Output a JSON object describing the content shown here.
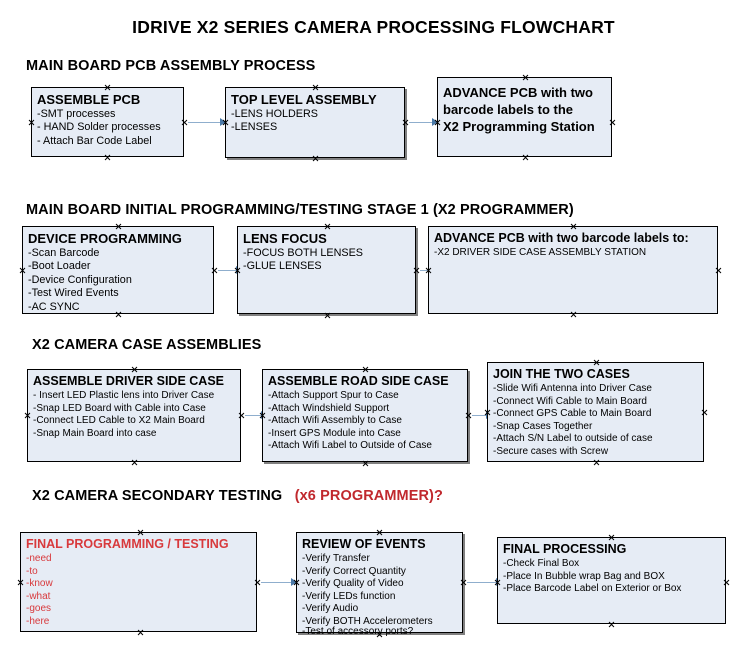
{
  "document": {
    "title": "IDRIVE X2  SERIES CAMERA PROCESSING FLOWCHART",
    "accent_color": "#c0282d",
    "red_text_color": "#d8393c",
    "box_fill_color": "#e6ecf5",
    "connector_color": "#8faecd"
  },
  "sections": [
    {
      "id": "s1",
      "title": "MAIN BOARD PCB ASSEMBLY PROCESS",
      "accent_title": ""
    },
    {
      "id": "s2",
      "title": "MAIN BOARD INITIAL PROGRAMMING/TESTING STAGE 1 (X2 PROGRAMMER)",
      "accent_title": ""
    },
    {
      "id": "s3",
      "title": "X2 CAMERA CASE ASSEMBLIES",
      "accent_title": ""
    },
    {
      "id": "s4",
      "title": "X2 CAMERA SECONDARY TESTING",
      "accent_title": "(x6 PROGRAMMER)?"
    }
  ],
  "nodes": {
    "assemble_pcb": {
      "header": "ASSEMBLE PCB",
      "items": [
        "-SMT processes",
        "- HAND Solder processes",
        "- Attach Bar Code Label"
      ]
    },
    "top_level_assembly": {
      "header": "TOP LEVEL ASSEMBLY",
      "items": [
        "-LENS HOLDERS",
        "-LENSES"
      ]
    },
    "advance_pcb_station": {
      "lines": [
        "ADVANCE PCB with two",
        "barcode labels to the",
        " X2 Programming Station"
      ]
    },
    "device_programming": {
      "header": "DEVICE PROGRAMMING",
      "items": [
        "-Scan Barcode",
        "-Boot Loader",
        "-Device Configuration",
        "-Test Wired Events",
        "-AC SYNC"
      ]
    },
    "lens_focus": {
      "header": "LENS FOCUS",
      "items": [
        "-FOCUS BOTH LENSES",
        "-GLUE LENSES"
      ]
    },
    "advance_pcb_driver": {
      "header": "ADVANCE PCB with two barcode labels to:",
      "items": [
        "-X2 DRIVER  SIDE  CASE  ASSEMBLY STATION"
      ]
    },
    "assemble_driver_case": {
      "header": "ASSEMBLE DRIVER SIDE CASE",
      "items": [
        "- Insert LED Plastic lens into Driver Case",
        "-Snap LED Board with Cable into Case",
        "-Connect LED Cable to X2 Main Board",
        "-Snap Main Board into case"
      ]
    },
    "assemble_road_case": {
      "header": "ASSEMBLE ROAD SIDE CASE",
      "items": [
        "-Attach Support Spur to Case",
        "-Attach Windshield Support",
        "-Attach Wifi Assembly to Case",
        "-Insert GPS Module into Case",
        "-Attach Wifi Label to Outside of Case"
      ]
    },
    "join_two_cases": {
      "header": "JOIN THE TWO CASES",
      "items": [
        "-Slide Wifi Antenna into Driver Case",
        "-Connect Wifi Cable to Main Board",
        "-Connect GPS Cable to Main Board",
        "-Snap Cases Together",
        "-Attach S/N Label to outside of case",
        "-Secure cases with Screw"
      ]
    },
    "final_programming": {
      "header": "FINAL PROGRAMMING / TESTING",
      "items": [
        "-need",
        "-to",
        "-know",
        "-what",
        "-goes",
        "-here"
      ]
    },
    "review_of_events": {
      "header": "REVIEW OF EVENTS",
      "items": [
        "-Verify Transfer",
        "-Verify Correct Quantity",
        "-Verify Quality of Video",
        "-Verify LEDs function",
        "-Verify Audio",
        "-Verify BOTH Accelerometers",
        "-Test of accessory ports?"
      ]
    },
    "final_processing": {
      "header": "FINAL PROCESSING",
      "items": [
        "-Check Final Box",
        "-Place In Bubble wrap Bag and BOX",
        "-Place Barcode Label on Exterior or Box"
      ]
    }
  }
}
